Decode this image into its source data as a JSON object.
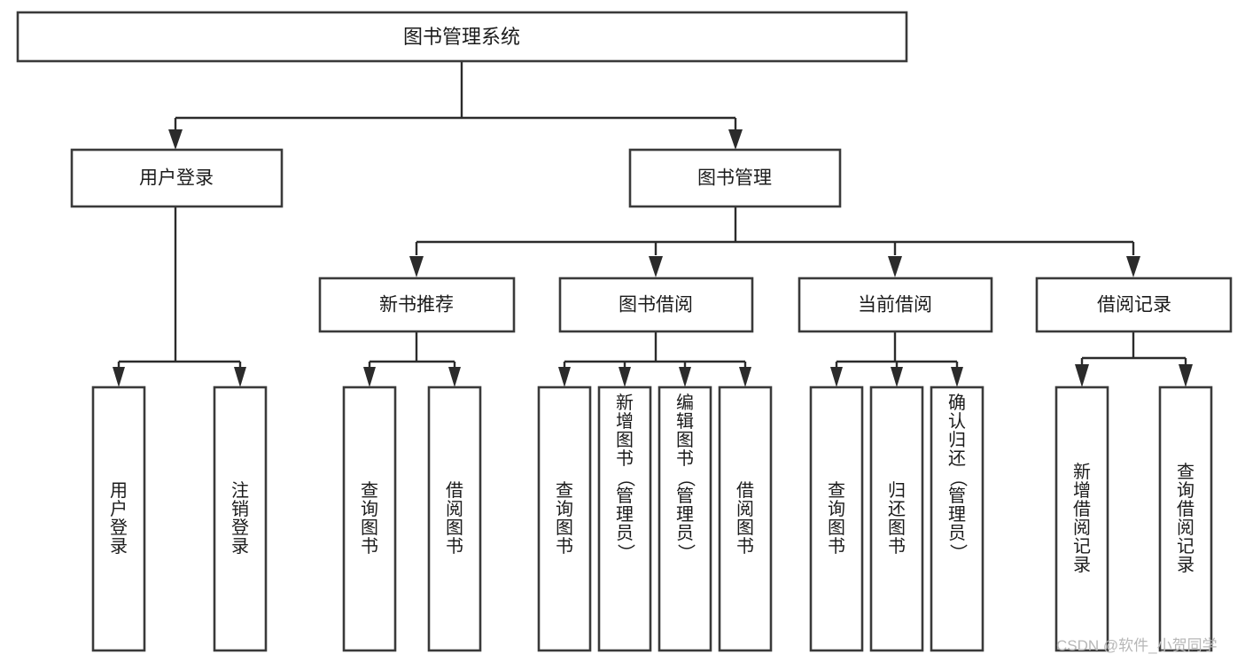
{
  "diagram": {
    "type": "tree",
    "title": "图书管理系统",
    "watermark": "CSDN @软件_小贺同学",
    "colors": {
      "box_stroke": "#3a3a3a",
      "connector": "#2b2b2b",
      "background": "#ffffff",
      "text": "#1b1b1b",
      "watermark": "#b7b7b7"
    },
    "root": {
      "label": "图书管理系统"
    },
    "level2": [
      {
        "label": "用户登录"
      },
      {
        "label": "图书管理"
      }
    ],
    "level3": [
      {
        "label": "新书推荐"
      },
      {
        "label": "图书借阅"
      },
      {
        "label": "当前借阅"
      },
      {
        "label": "借阅记录"
      }
    ],
    "leaves": {
      "user_login": [
        {
          "label": "用户登录"
        },
        {
          "label": "注销登录"
        }
      ],
      "new_book_recommend": [
        {
          "label": "查询图书"
        },
        {
          "label": "借阅图书"
        }
      ],
      "book_borrow": [
        {
          "label": "查询图书"
        },
        {
          "label": "新增图书（管理员）"
        },
        {
          "label": "编辑图书（管理员）"
        },
        {
          "label": "借阅图书"
        }
      ],
      "current_borrow": [
        {
          "label": "查询图书"
        },
        {
          "label": "归还图书"
        },
        {
          "label": "确认归还（管理员）"
        }
      ],
      "borrow_record": [
        {
          "label": "新增借阅记录"
        },
        {
          "label": "查询借阅记录"
        }
      ]
    }
  }
}
